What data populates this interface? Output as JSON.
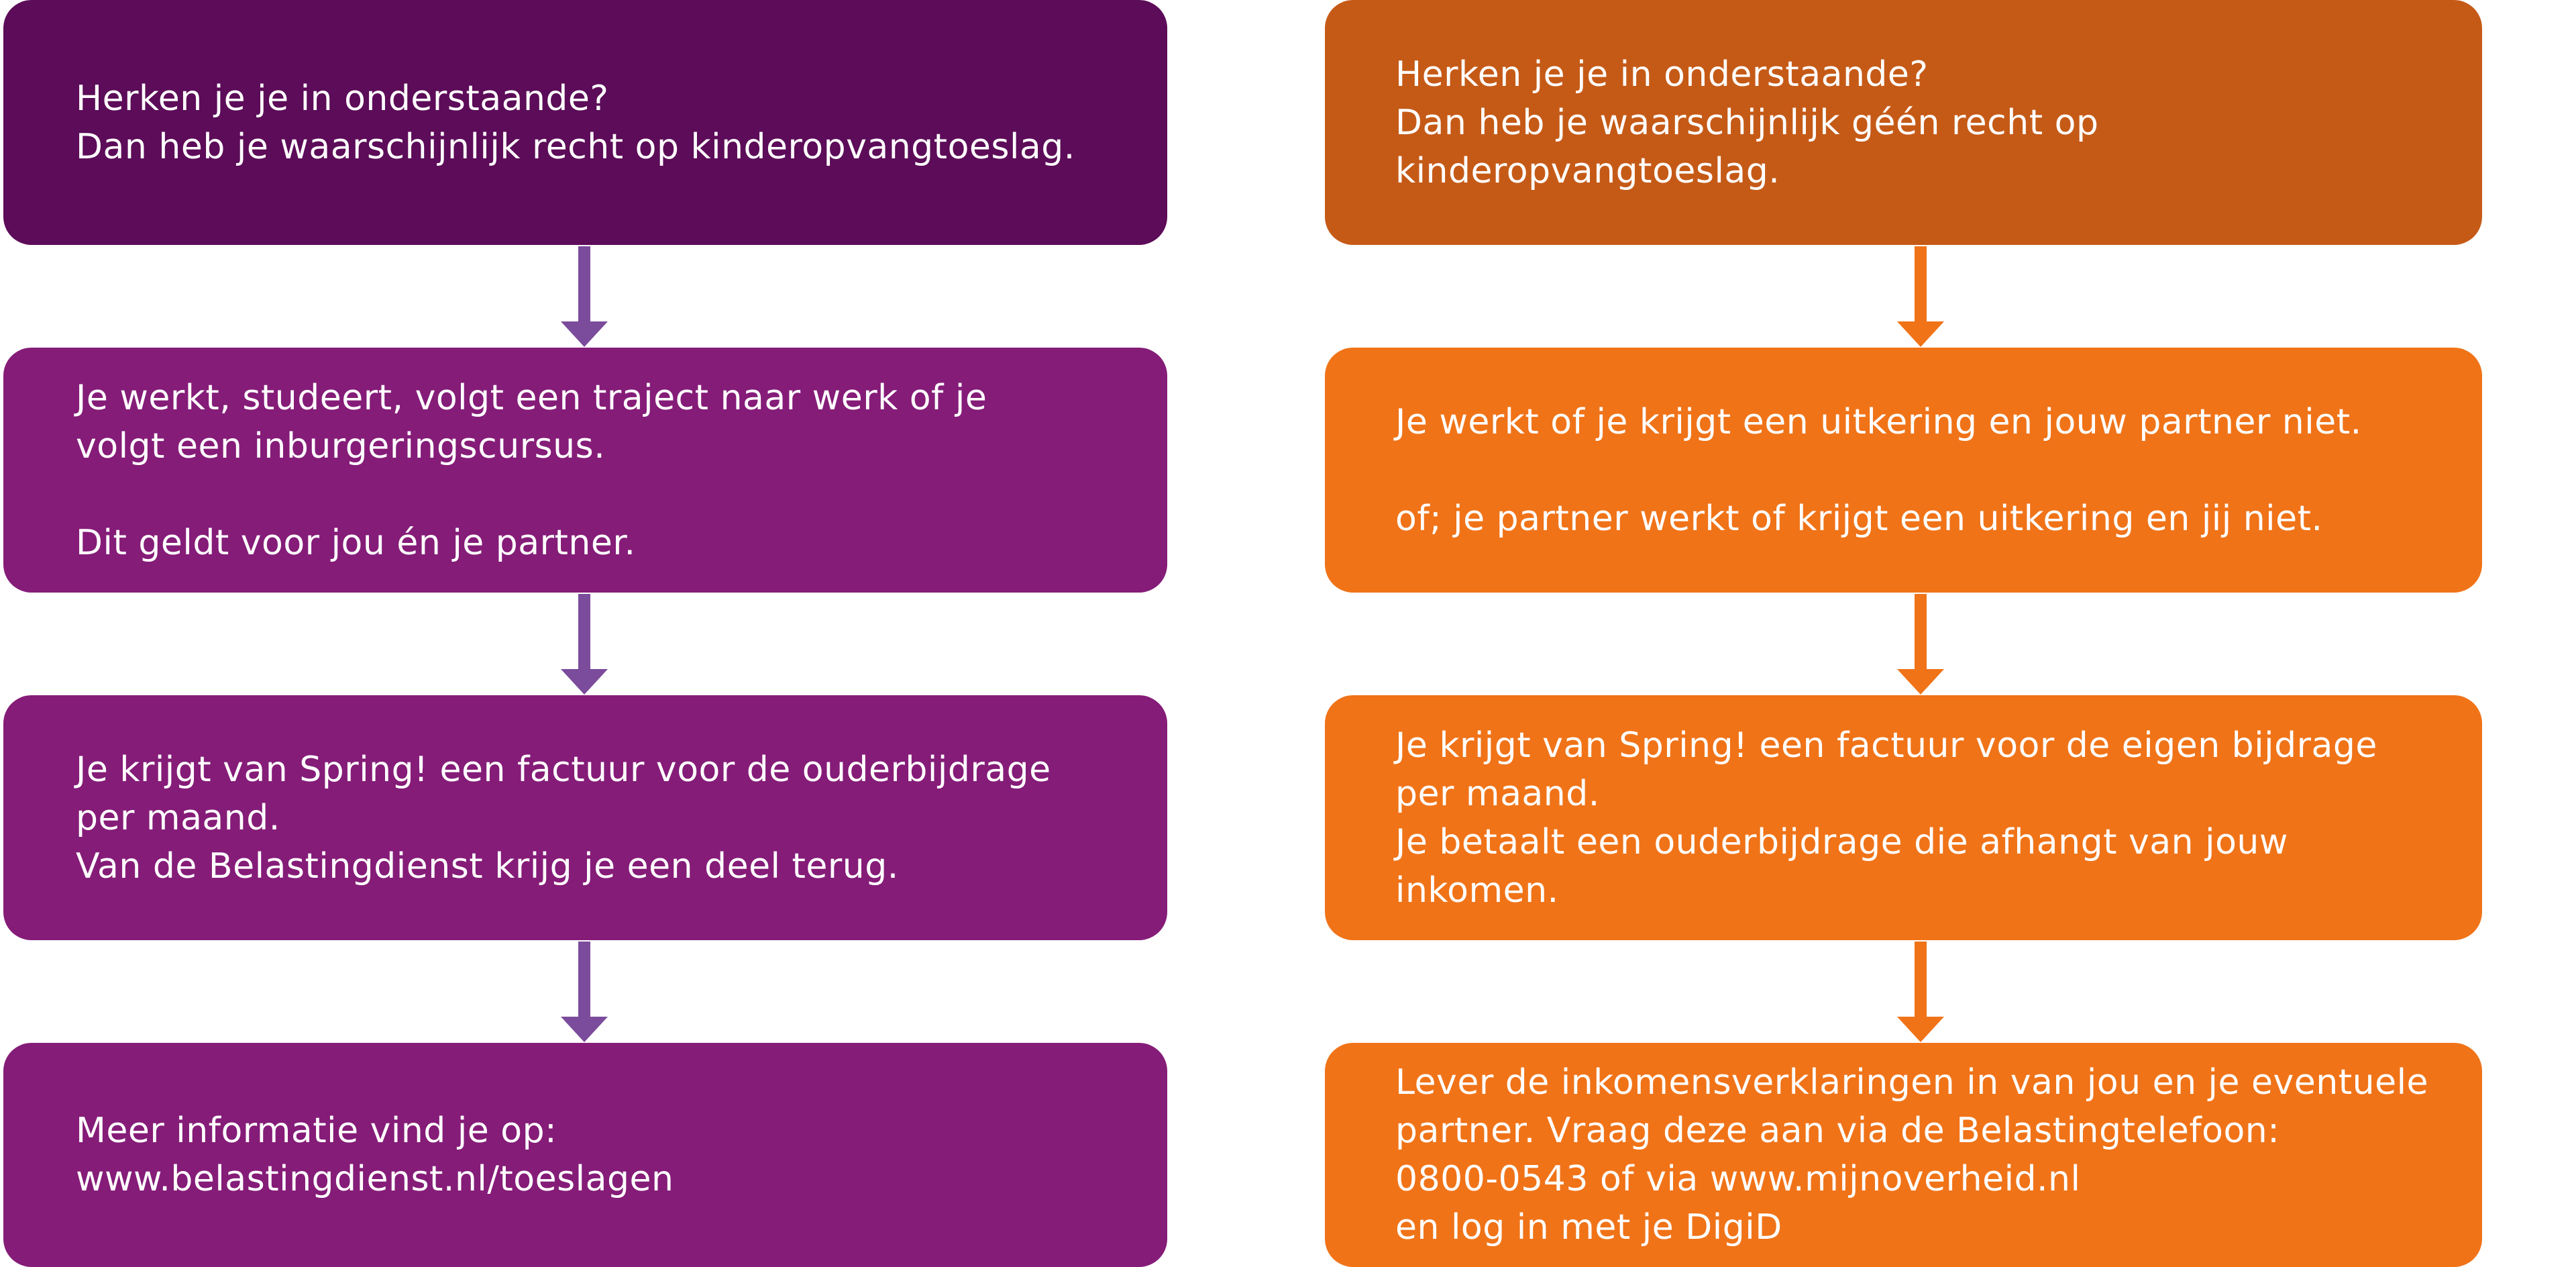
{
  "colors": {
    "left_header": "#5c0c58",
    "left_box": "#851c78",
    "left_arrow": "#7b4b9c",
    "right_header": "#c55a17",
    "right_box": "#f07318",
    "right_arrow": "#f07318"
  },
  "left": {
    "box1": {
      "line1": "Herken je je in onderstaande?",
      "line2": "Dan heb je waarschijnlijk recht op kinderopvangtoeslag."
    },
    "box2": {
      "line1": "Je werkt, studeert, volgt een traject naar werk of je",
      "line2": "volgt een inburgeringscursus.",
      "line3": "Dit geldt voor jou én je partner."
    },
    "box3": {
      "line1": "Je krijgt van Spring! een factuur voor de ouderbijdrage",
      "line2": "per maand.",
      "line3": "Van de Belastingdienst krijg je een deel terug."
    },
    "box4": {
      "line1": "Meer informatie vind je op:",
      "line2": "www.belastingdienst.nl/toeslagen"
    }
  },
  "right": {
    "box1": {
      "line1": "Herken je je in onderstaande?",
      "line2": "Dan heb je waarschijnlijk géén recht op",
      "line3": "kinderopvangtoeslag."
    },
    "box2": {
      "line1": "Je werkt of je krijgt een uitkering en jouw partner niet.",
      "line2": "of; je partner werkt of krijgt een uitkering en jij niet."
    },
    "box3": {
      "line1": "Je krijgt van Spring! een factuur voor de eigen bijdrage",
      "line2": "per maand.",
      "line3": "Je betaalt een ouderbijdrage die afhangt van jouw",
      "line4": "inkomen."
    },
    "box4": {
      "line1": "Lever de inkomensverklaringen in van jou en je eventuele",
      "line2": "partner. Vraag deze aan via de Belastingtelefoon:",
      "line3": "0800-0543 of via www.mijnoverheid.nl",
      "line4": "en log in met je DigiD"
    }
  }
}
